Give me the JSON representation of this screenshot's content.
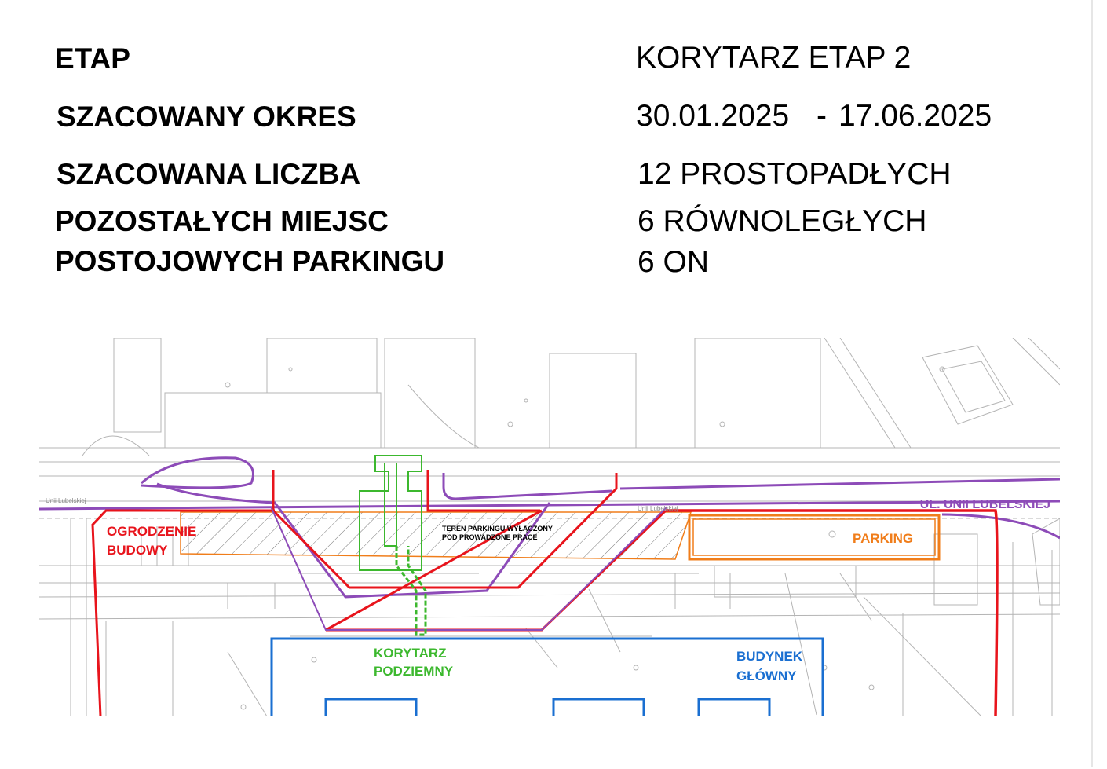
{
  "header": {
    "etap_label": "ETAP",
    "etap_value": "KORYTARZ ETAP 2",
    "okres_label": "SZACOWANY OKRES",
    "okres_start": "30.01.2025",
    "okres_sep": "-",
    "okres_end": "17.06.2025",
    "liczba_label_1": "SZACOWANA LICZBA",
    "liczba_label_2": "POZOSTAŁYCH MIEJSC",
    "liczba_label_3": "POSTOJOWYCH PARKINGU",
    "liczba_value_1": "12 PROSTOPADŁYCH",
    "liczba_value_2": "6 RÓWNOLEGŁYCH",
    "liczba_value_3": "6 ON"
  },
  "map": {
    "street_label": "UL. UNII LUBELSKIEJ",
    "street_small_left": "Unii Lubelskiej",
    "street_small_mid": "Unii Lubelskiej",
    "fence_label_1": "OGRODZENIE",
    "fence_label_2": "BUDOWY",
    "parking_label": "PARKING",
    "excluded_note_1": "TEREN PARKINGU WYŁĄCZONY",
    "excluded_note_2": "POD PROWADZONE PRACE",
    "corridor_label_1": "KORYTARZ",
    "corridor_label_2": "PODZIEMNY",
    "building_label_1": "BUDYNEK",
    "building_label_2": "GŁÓWNY",
    "colors": {
      "fence": "#e8141c",
      "street": "#8d4bb8",
      "parking": "#f07d1a",
      "corridor": "#3cb82e",
      "building": "#1a6fd1",
      "basemap": "#b4b4b4"
    }
  }
}
